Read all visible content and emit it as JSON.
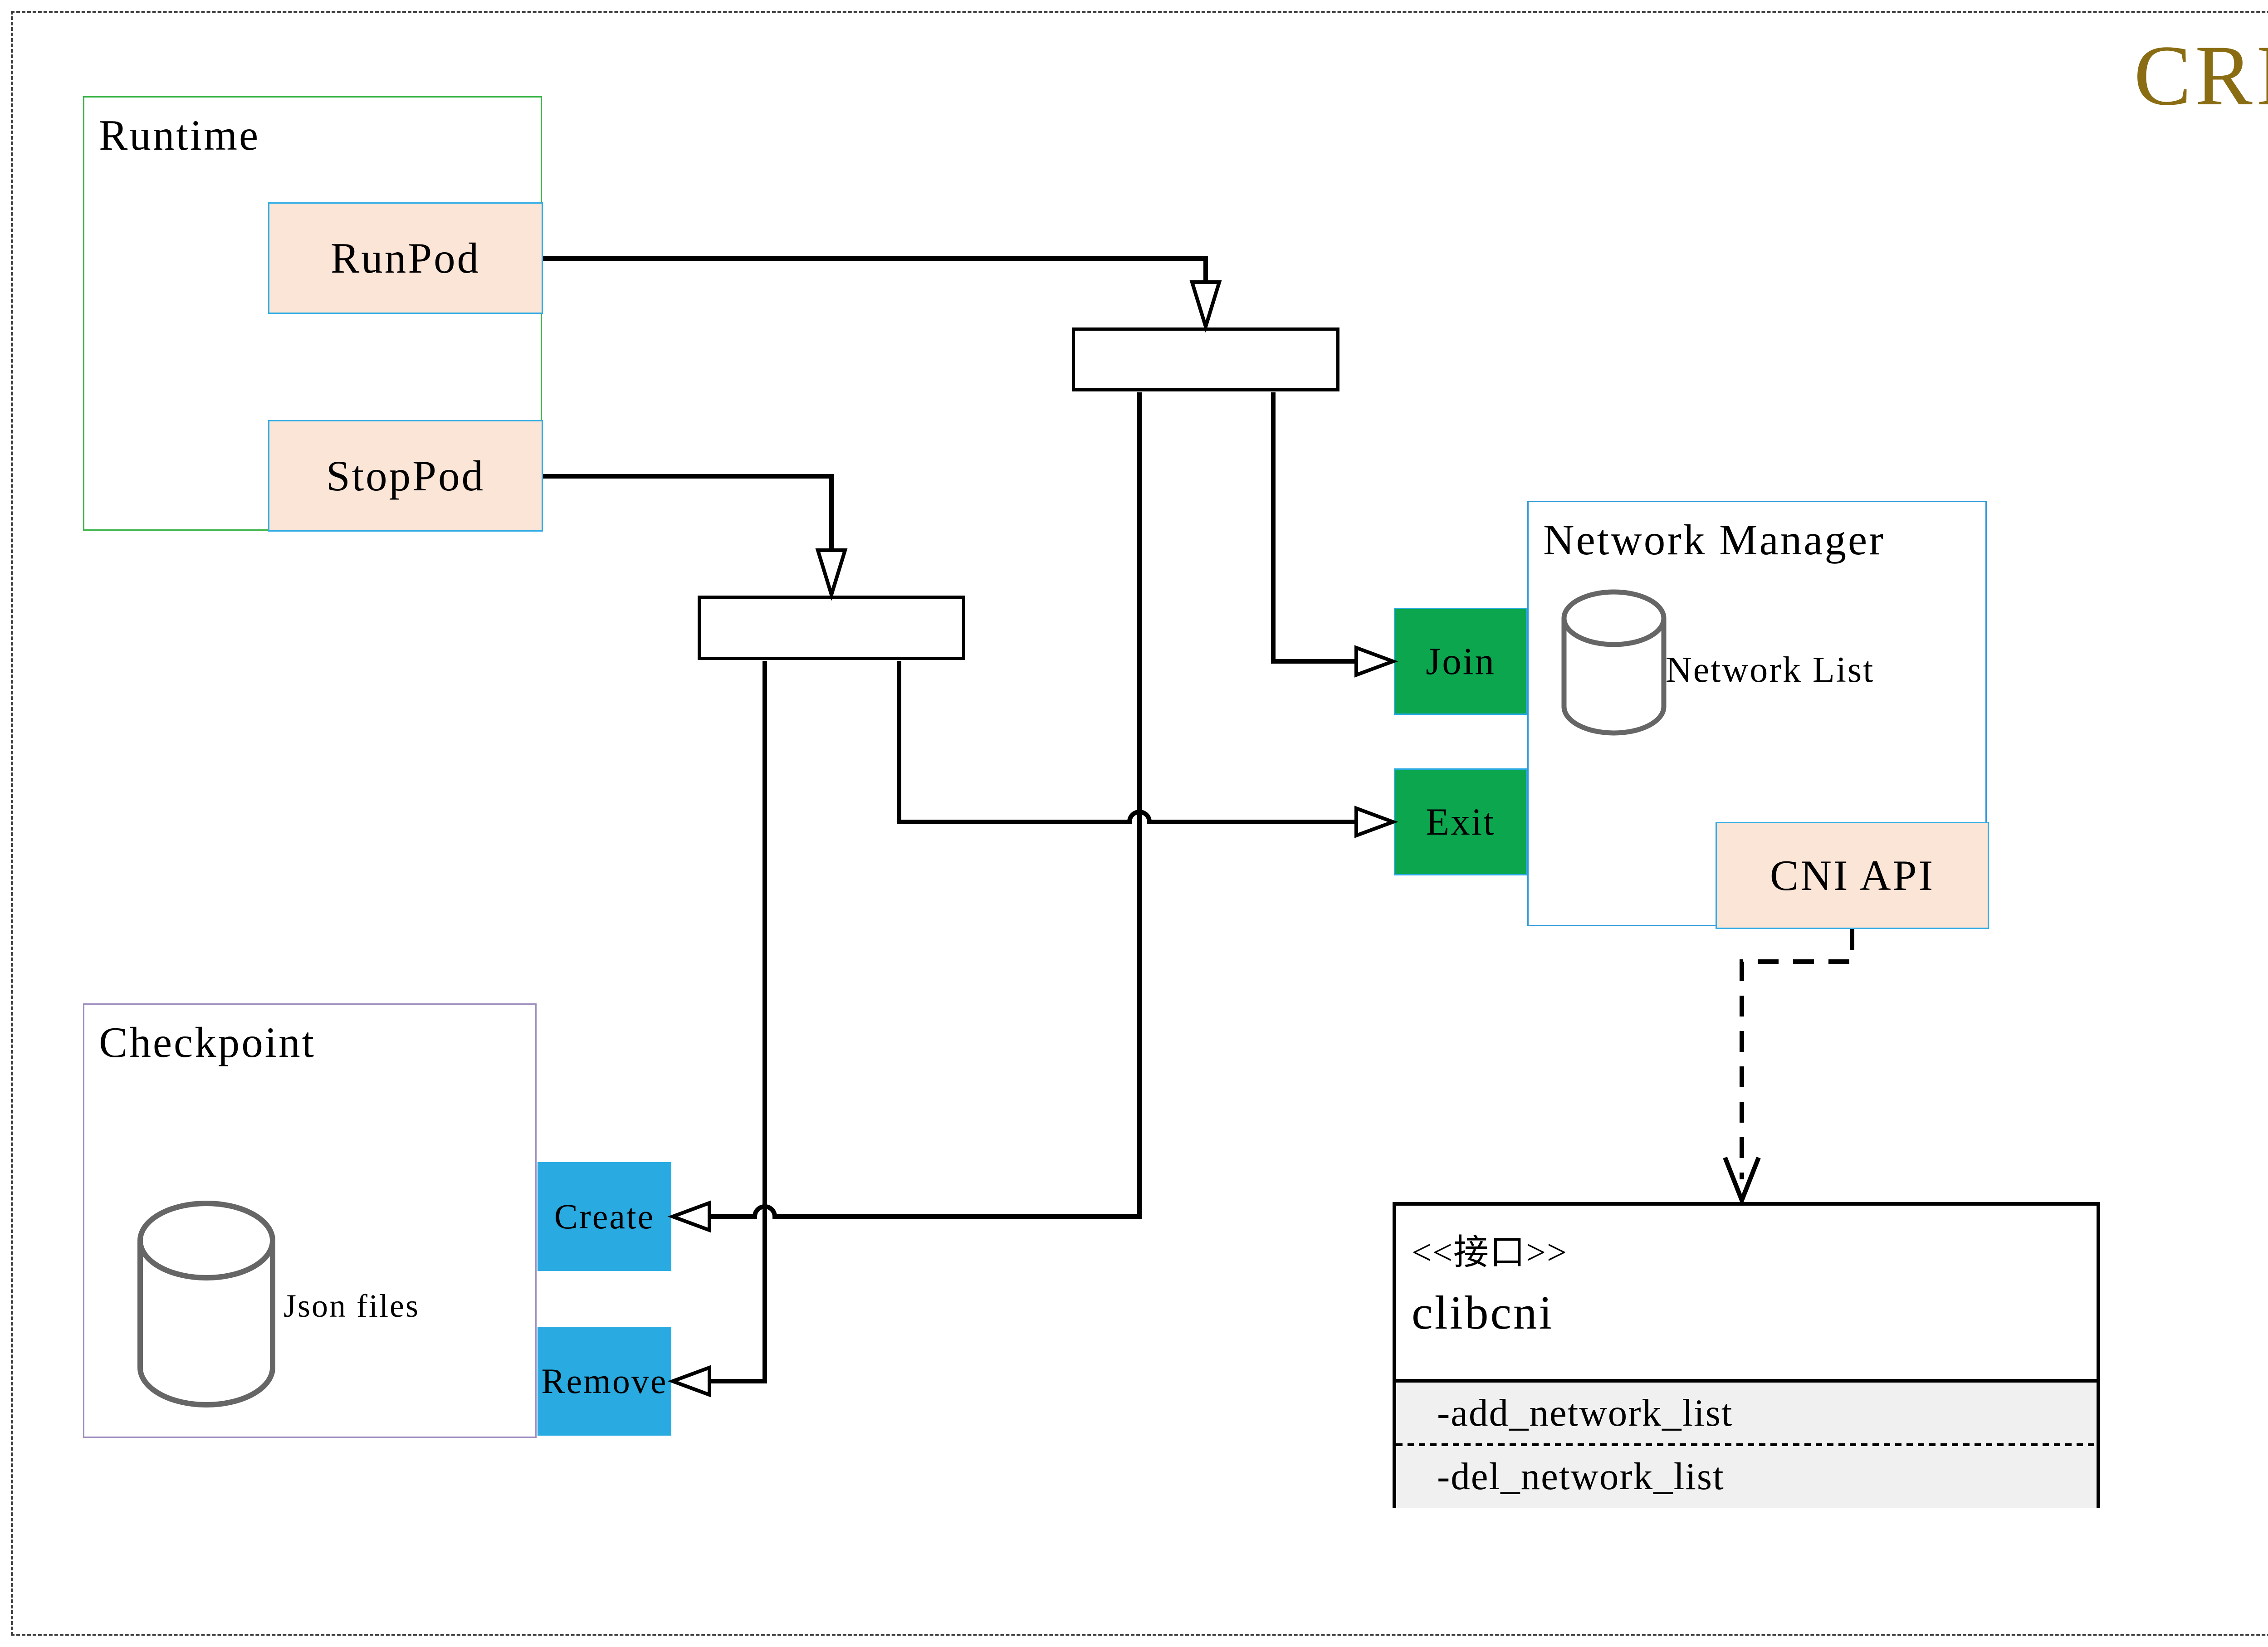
{
  "title": "CRI",
  "colors": {
    "title": "#8a6c12",
    "action_green": "#0ca64f",
    "action_blue": "#29abe2",
    "method_peach": "#fbe5d6",
    "peach_border": "#35aee5",
    "runtime_border": "#3cb54a",
    "checkpoint_border": "#9f8fc0",
    "network_manager_border": "#2f9ad8",
    "cylinder_stroke": "#666666",
    "clibcni_methods_bg": "#f0f0f0"
  },
  "nodes": {
    "runtime": {
      "label": "Runtime",
      "methods": [
        {
          "label": "RunPod"
        },
        {
          "label": "StopPod"
        }
      ]
    },
    "checkpoint": {
      "label": "Checkpoint",
      "store_label": "Json files",
      "actions": [
        {
          "label": "Create"
        },
        {
          "label": "Remove"
        }
      ]
    },
    "network_manager": {
      "label": "Network Manager",
      "store_label": "Network List",
      "api_label": "CNI API",
      "actions": [
        {
          "label": "Join"
        },
        {
          "label": "Exit"
        }
      ]
    },
    "clibcni": {
      "stereotype": "<<接口>>",
      "name": "clibcni",
      "methods": [
        "-add_network_list",
        "-del_network_list"
      ]
    }
  },
  "edges": [
    {
      "from": "RunPod",
      "to": "pod-setup-step",
      "style": "solid-open-arrow"
    },
    {
      "from": "StopPod",
      "to": "pod-teardown-step",
      "style": "solid-open-arrow"
    },
    {
      "from": "pod-setup-step",
      "to": "Join",
      "style": "solid-open-arrow"
    },
    {
      "from": "pod-setup-step",
      "to": "Create",
      "style": "solid-open-arrow"
    },
    {
      "from": "pod-teardown-step",
      "to": "Exit",
      "style": "solid-open-arrow"
    },
    {
      "from": "pod-teardown-step",
      "to": "Remove",
      "style": "solid-open-arrow"
    },
    {
      "from": "CNI API",
      "to": "clibcni",
      "style": "dashed-open-arrow"
    }
  ]
}
